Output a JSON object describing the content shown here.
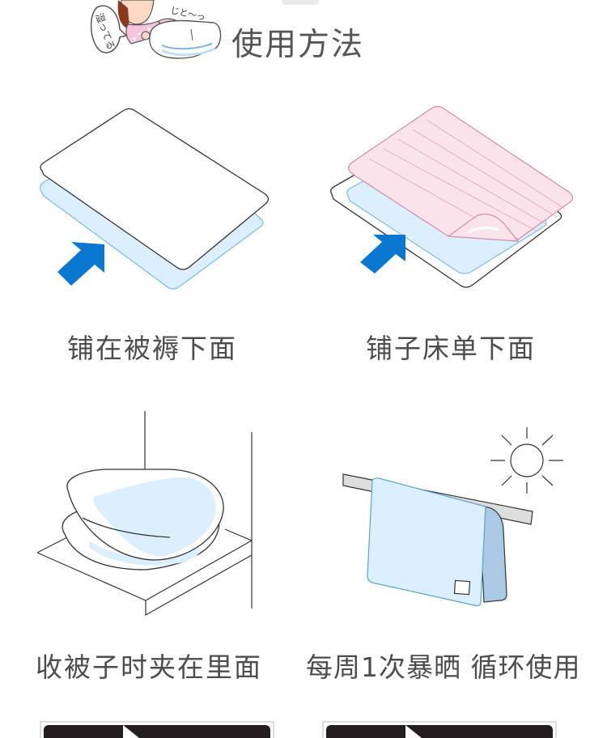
{
  "header": {
    "title": "使用方法",
    "speech_bubble": "湿ってる",
    "sound_effect": "じと〜っ"
  },
  "steps": [
    {
      "caption": "铺在被褥下面"
    },
    {
      "caption": "铺子床单下面"
    },
    {
      "caption": "收被子时夹在里面"
    },
    {
      "caption": "每周1次暴晒  循环使用"
    }
  ],
  "colors": {
    "pad_blue": "#dcefff",
    "arrow_blue": "#0a78d0",
    "sheet_pink": "#fbe3ec",
    "text": "#4d4d4d"
  }
}
